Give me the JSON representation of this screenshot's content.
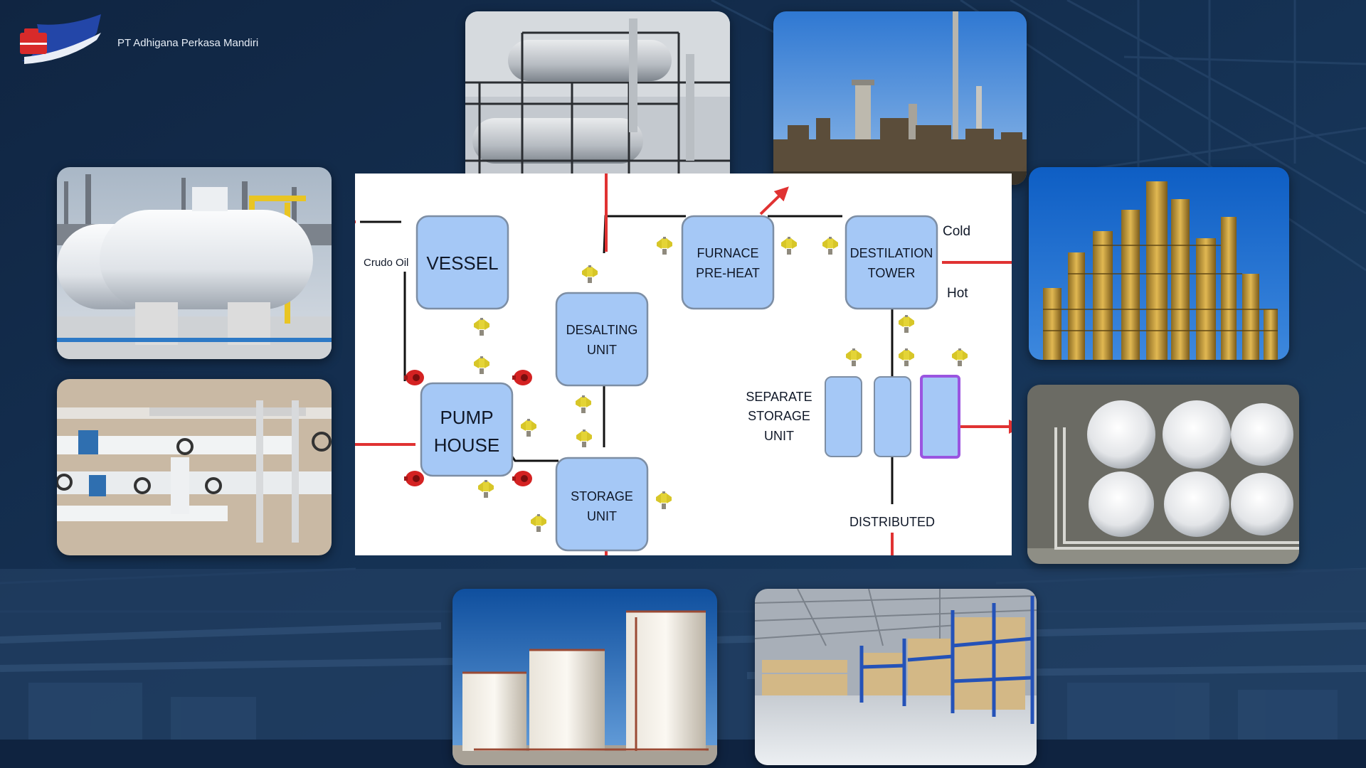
{
  "company": {
    "name": "PT Adhigana Perkasa Mandiri"
  },
  "colors": {
    "background": "#102743",
    "node_fill": "#a5c8f6",
    "node_stroke": "#7d8ea4",
    "flow_arrow": "#e03232",
    "highlight_stroke": "#9a55e0",
    "sensor": "#d7c628",
    "alarm": "#d42222"
  },
  "diagram": {
    "nodes": {
      "vessel": "VESSEL",
      "pump_house_line1": "PUMP",
      "pump_house_line2": "HOUSE",
      "desalting_line1": "DESALTING",
      "desalting_line2": "UNIT",
      "storage_line1": "STORAGE",
      "storage_line2": "UNIT",
      "furnace_line1": "FURNACE",
      "furnace_line2": "PRE-HEAT",
      "tower_line1": "DESTILATION",
      "tower_line2": "TOWER"
    },
    "labels": {
      "crude_oil": "Crudo Oil",
      "cold": "Cold",
      "hot": "Hot",
      "separate_line1": "SEPARATE",
      "separate_line2": "STORAGE",
      "separate_line3": "UNIT",
      "distributed": "DISTRIBUTED"
    }
  },
  "photos": [
    {
      "subject": "pressure-vessels"
    },
    {
      "subject": "pipeline-valves"
    },
    {
      "subject": "industrial-tank-structure"
    },
    {
      "subject": "refinery-skyline"
    },
    {
      "subject": "distillation-columns"
    },
    {
      "subject": "spherical-storage-tanks"
    },
    {
      "subject": "oil-storage-tanks"
    },
    {
      "subject": "warehouse"
    }
  ]
}
